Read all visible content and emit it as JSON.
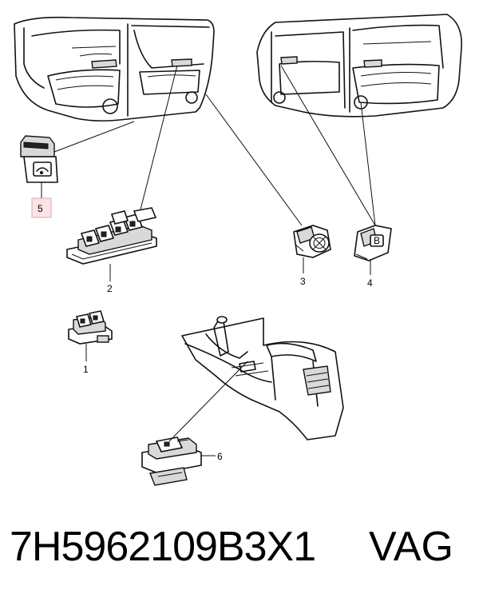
{
  "diagram": {
    "callouts": [
      {
        "id": "1",
        "label": "1"
      },
      {
        "id": "2",
        "label": "2"
      },
      {
        "id": "3",
        "label": "3"
      },
      {
        "id": "4",
        "label": "4"
      },
      {
        "id": "5",
        "label": "5",
        "highlighted": true
      },
      {
        "id": "6",
        "label": "6"
      }
    ],
    "highlight_color": "#fbe4e6",
    "line_color": "#111111"
  },
  "footer": {
    "part_number": "7H5962109B3X1",
    "brand": "VAG"
  }
}
